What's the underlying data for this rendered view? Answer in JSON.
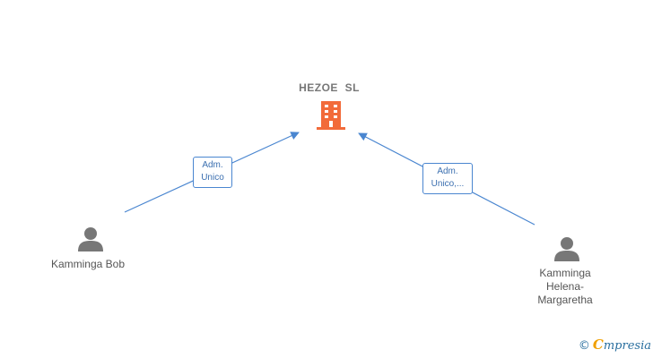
{
  "company": {
    "name": "HEZOE  SL",
    "icon": "building-icon",
    "color": "#f26b3a"
  },
  "people": [
    {
      "name_lines": [
        "Kamminga Bob"
      ],
      "icon": "person-icon"
    },
    {
      "name_lines": [
        "Kamminga",
        "Helena-",
        "Margaretha"
      ],
      "icon": "person-icon"
    }
  ],
  "edges": [
    {
      "from": "Kamminga Bob",
      "to": "HEZOE  SL",
      "label_lines": [
        "Adm.",
        "Unico"
      ]
    },
    {
      "from": "Kamminga Helena-Margaretha",
      "to": "HEZOE  SL",
      "label_lines": [
        "Adm.",
        "Unico,..."
      ]
    }
  ],
  "colors": {
    "edge": "#4a86d0",
    "person": "#777777"
  },
  "watermark": {
    "symbol": "©",
    "brand_initial": "C",
    "brand_rest": "mpresia"
  }
}
